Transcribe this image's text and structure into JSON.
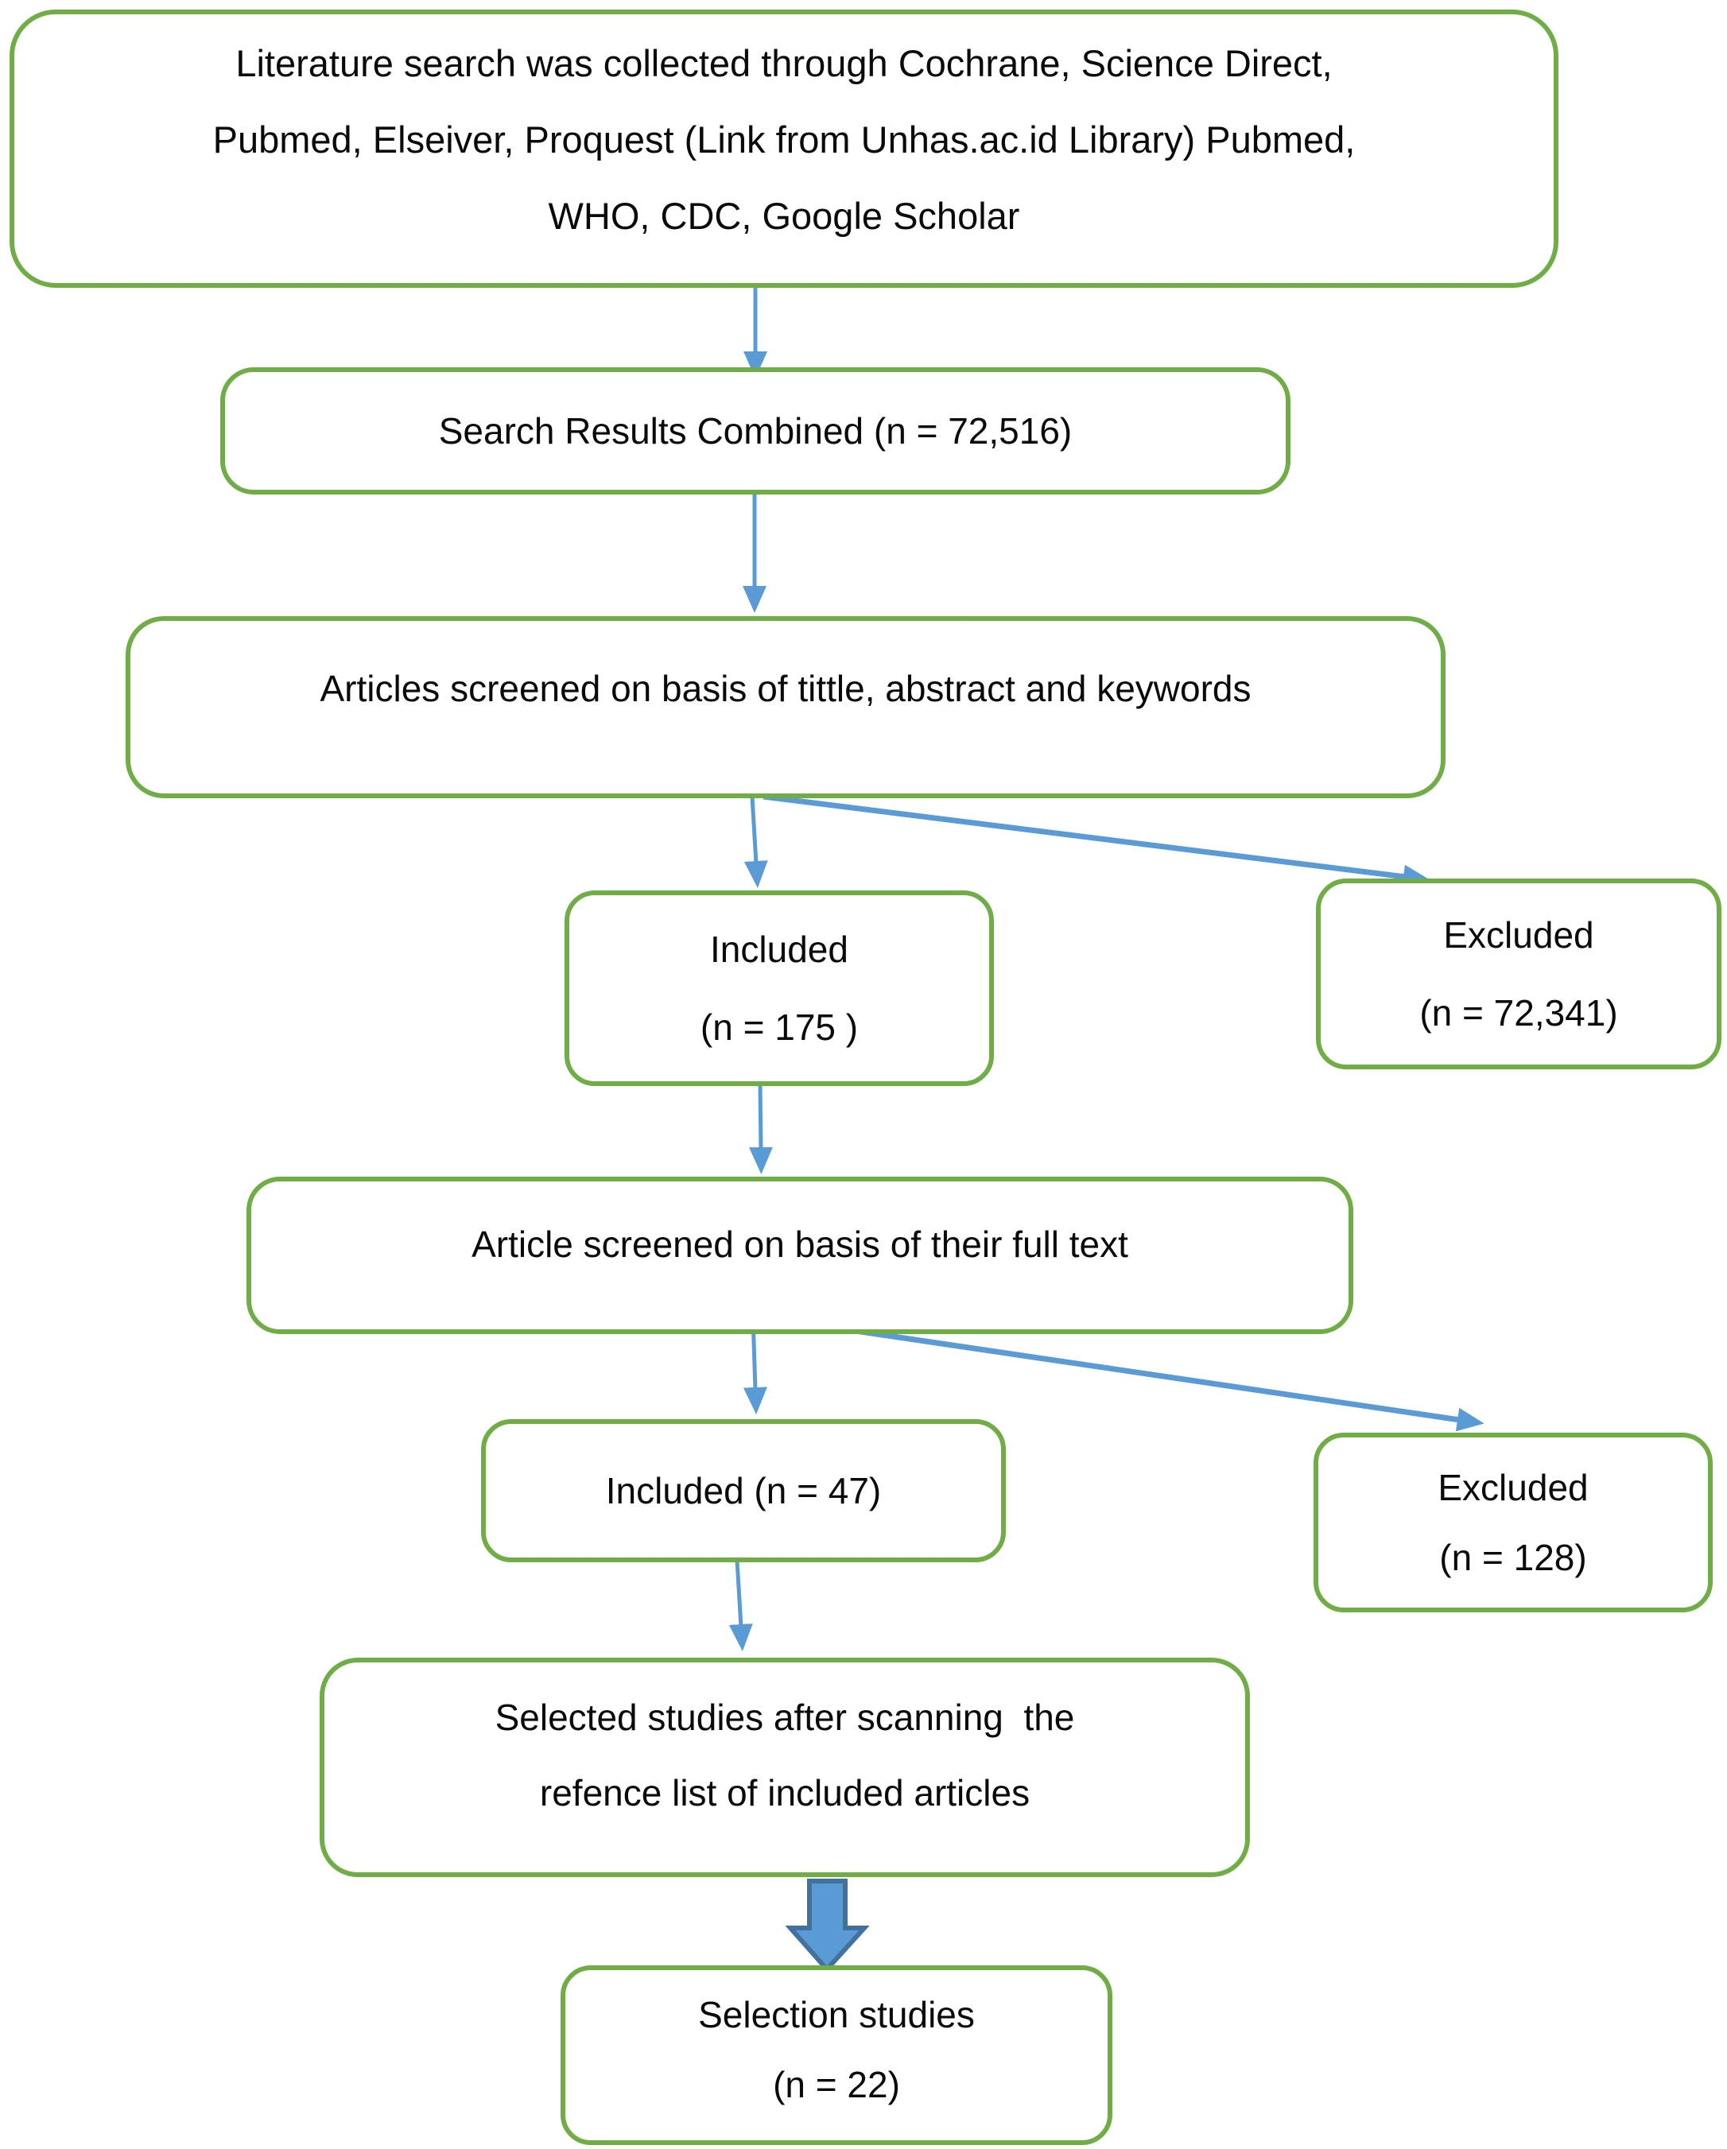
{
  "title": "Literature search and study selection flow diagram",
  "colors": {
    "box_border": "#70AD47",
    "arrow": "#5B9BD5",
    "block_arrow_fill": "#5B9BD5",
    "block_arrow_border": "#41719C",
    "text": "#0a0a0a",
    "background": "#ffffff"
  },
  "boxes": {
    "literature": {
      "lines": [
        "Literature search was collected through Cochrane, Science Direct,",
        "Pubmed, Elseiver, Proquest (Link from Unhas.ac.id Library) Pubmed,",
        "WHO, CDC, Google Scholar"
      ]
    },
    "search_results": {
      "label": "Search Results Combined (n = 72,516)"
    },
    "screened_title": {
      "label": "Articles screened on basis of tittle, abstract and keywords"
    },
    "included_title": {
      "lines": [
        "Included",
        "(n = 175 )"
      ]
    },
    "excluded_title": {
      "lines": [
        "Excluded",
        "(n = 72,341)"
      ]
    },
    "screened_fulltext": {
      "label": "Article screened on basis of their full text"
    },
    "included_fulltext": {
      "label": "Included (n = 47)"
    },
    "excluded_fulltext": {
      "lines": [
        "Excluded",
        "(n = 128)"
      ]
    },
    "selected_scanning": {
      "lines": [
        "Selected studies after scanning  the",
        "refence list of included articles"
      ]
    },
    "selection_studies": {
      "lines": [
        "Selection studies",
        "(n = 22)"
      ]
    }
  }
}
